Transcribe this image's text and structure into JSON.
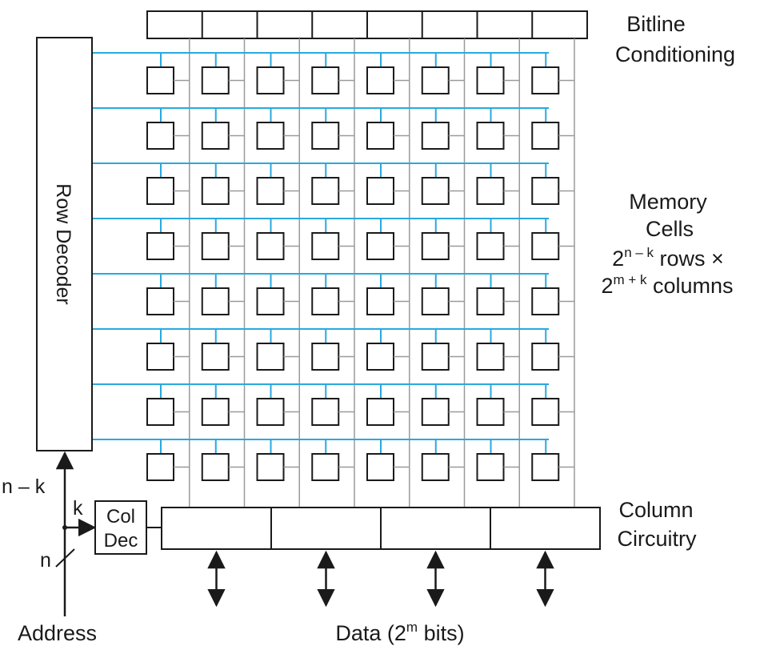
{
  "diagram": {
    "row_decoder": {
      "label": "Row Decoder"
    },
    "bitline_conditioning": {
      "line1": "Bitline",
      "line2": "Conditioning"
    },
    "memory_cells": {
      "title1": "Memory",
      "title2": "Cells",
      "rows": {
        "base": "2",
        "exp": "n – k",
        "rest": " rows ×"
      },
      "cols": {
        "base": "2",
        "exp": "m + k",
        "rest": " columns"
      }
    },
    "column_circuitry": {
      "line1": "Column",
      "line2": "Circuitry"
    },
    "col_dec": {
      "line1": "Col",
      "line2": "Dec"
    },
    "signals": {
      "n_minus_k": "n – k",
      "k": "k",
      "n": "n"
    },
    "address": "Address",
    "data": {
      "prefix": "Data (2",
      "exp": "m",
      "suffix": " bits)"
    },
    "grid": {
      "rows": 8,
      "cols": 8,
      "column_circuit_blocks": 4,
      "data_ports": 4
    },
    "colors": {
      "wordline": "#29a9df",
      "bitline": "#9a9a9a",
      "outline": "#1a1a1a"
    }
  }
}
